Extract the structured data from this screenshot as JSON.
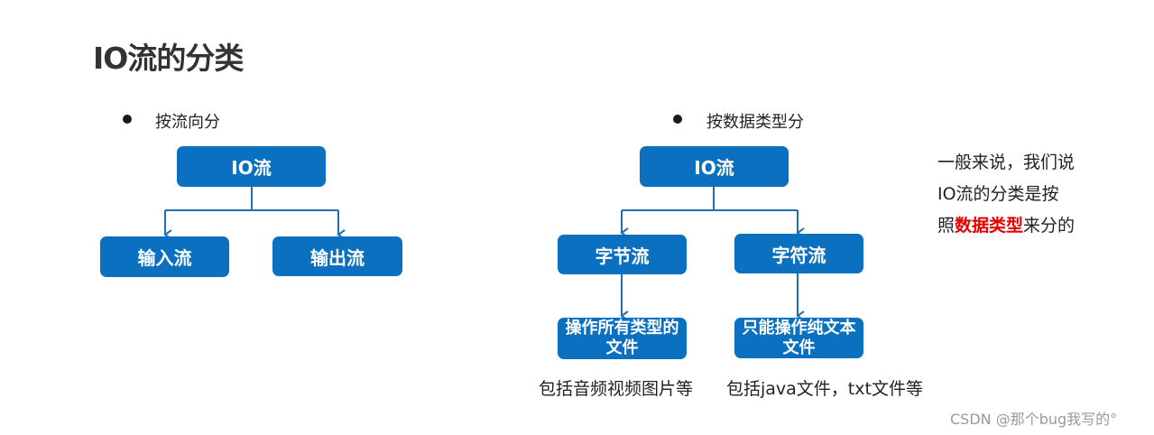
{
  "title": "IO流的分类",
  "left": {
    "bullet": "按流向分",
    "root": "IO流",
    "children": [
      "输入流",
      "输出流"
    ]
  },
  "right": {
    "bullet": "按数据类型分",
    "root": "IO流",
    "children": [
      "字节流",
      "字符流"
    ],
    "leaves": [
      "操作所有类型的文件",
      "只能操作纯文本文件"
    ],
    "captions": [
      "包括音频视频图片等",
      "包括java文件，txt文件等"
    ]
  },
  "note": {
    "line1": "一般来说，我们说",
    "line2": "IO流的分类是按",
    "line3_prefix": "照",
    "line3_highlight": "数据类型",
    "line3_suffix": "来分的"
  },
  "watermark": "CSDN @那个bug我写的°",
  "colors": {
    "box": "#0b70bf",
    "line": "#1f6fb5",
    "highlight": "#e60000"
  }
}
